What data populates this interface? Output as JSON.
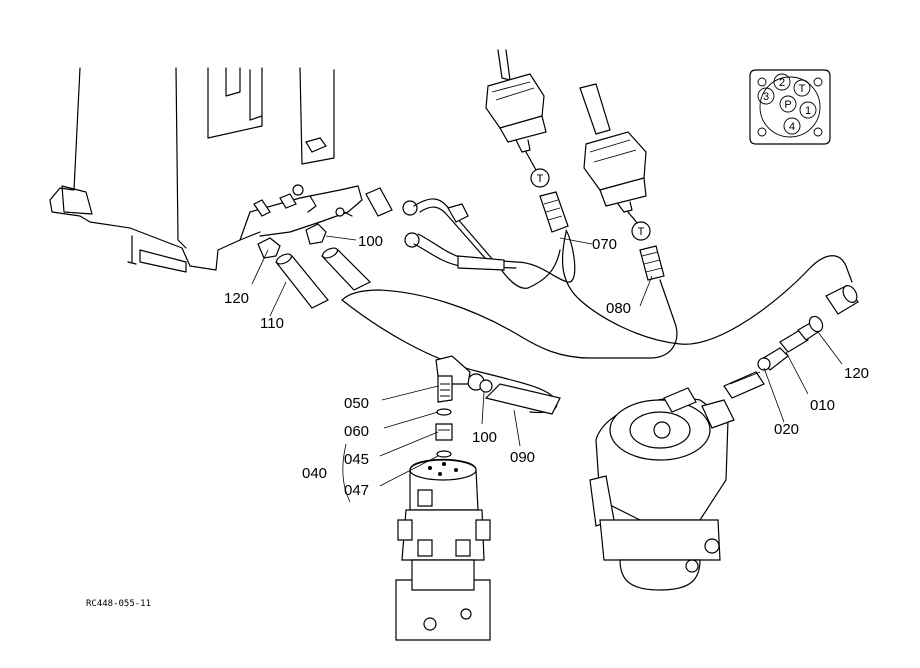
{
  "figure_code": "RC448-055-11",
  "port_diagram": {
    "ports": [
      "2",
      "T",
      "3",
      "P",
      "1",
      "4"
    ]
  },
  "tee_marker_label": "T",
  "callouts": {
    "l010": "010",
    "l020": "020",
    "l040": "040",
    "l045": "045",
    "l047": "047",
    "l050": "050",
    "l060": "060",
    "l070": "070",
    "l080": "080",
    "l090": "090",
    "l100a": "100",
    "l100b": "100",
    "l110": "110",
    "l120a": "120",
    "l120b": "120"
  }
}
